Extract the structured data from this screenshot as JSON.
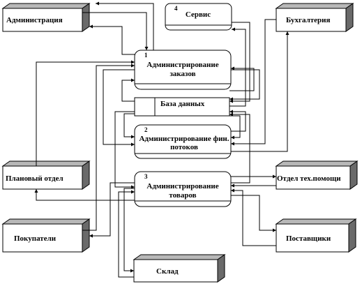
{
  "entities": {
    "administration": "Администрация",
    "accounting": "Бухгалтерия",
    "planning": "Плановый отдел",
    "tech_support": "Отдел тех.помощи",
    "customers": "Покупатели",
    "suppliers": "Поставщики",
    "warehouse": "Склад"
  },
  "processes": {
    "service": {
      "num": "4",
      "line1": "Сервис"
    },
    "orders": {
      "num": "1",
      "line1": "Администрирование",
      "line2": "заказов"
    },
    "finance": {
      "num": "2",
      "line1": "Администрирование фин.",
      "line2": "потоков"
    },
    "goods": {
      "num": "3",
      "line1": "Администрирование",
      "line2": "товаров"
    }
  },
  "datastore": {
    "label": "База данных"
  }
}
